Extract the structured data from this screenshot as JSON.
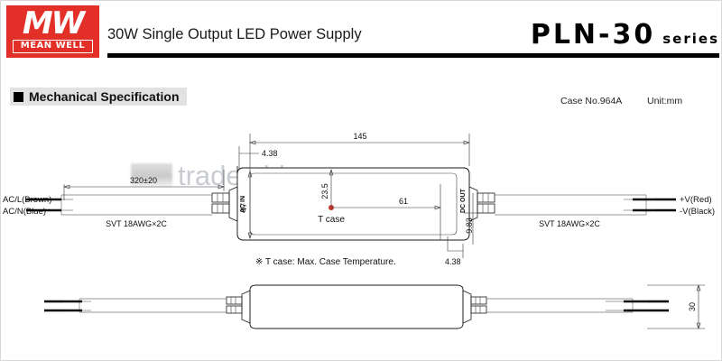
{
  "header": {
    "logo_mw": "MW",
    "logo_name": "MEAN WELL",
    "model_title": "30W Single Output LED Power Supply",
    "series_main": "PLN-30",
    "series_suffix": "series"
  },
  "section": {
    "title": "Mechanical Specification",
    "case_no": "Case No.964A",
    "unit": "Unit:mm"
  },
  "watermark": {
    "text": "trade.china.cn"
  },
  "drawing": {
    "top_view": {
      "input_wire": {
        "label_line1": "AC/L(Brown)",
        "label_line2": "AC/N(Blue)",
        "length_dim": "320±20",
        "cable_spec": "SVT 18AWG×2C"
      },
      "output_wire": {
        "label_line1": "+V(Red)",
        "label_line2": "-V(Black)",
        "cable_spec": "SVT 18AWG×2C"
      },
      "dimensions": {
        "overall_length": "145",
        "corner_radius_top": "4.38",
        "corner_radius_bottom": "4.38",
        "body_width": "47",
        "tcase_vertical": "23.5",
        "tcase_horizontal": "61",
        "gland_height": "9.83"
      },
      "port_labels": {
        "input": "AC IN",
        "output": "DC OUT"
      },
      "tcase_label": "T case"
    },
    "note": "※ T case: Max. Case Temperature.",
    "side_view": {
      "height_dim": "30"
    }
  }
}
